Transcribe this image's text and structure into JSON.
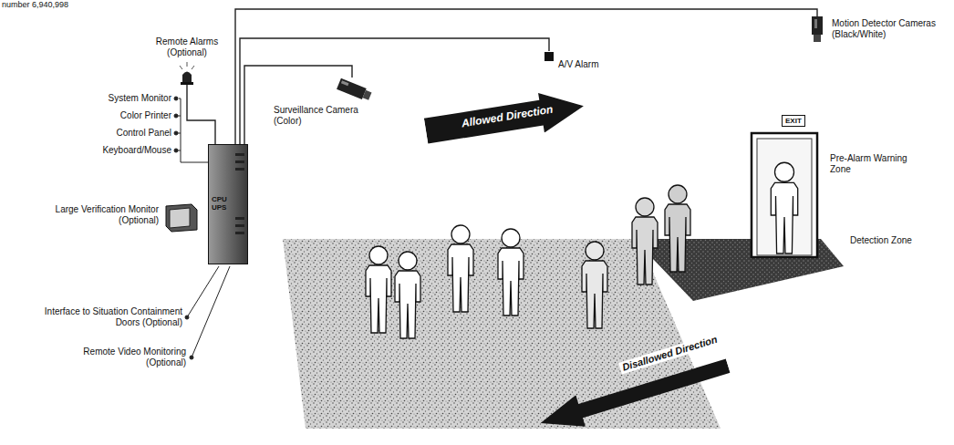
{
  "diagram": {
    "nodes": [
      {
        "text": [
          "CPU UPS"
        ]
      },
      {
        "text": [
          "Remote Alarms (Optional)"
        ]
      },
      {
        "text": [
          "Surveillance Camera (Color)"
        ]
      },
      {
        "text": [
          "A/V Alarm"
        ]
      },
      {
        "text": [
          "Motion Detector Cameras (Black/White)"
        ]
      },
      {
        "text": [
          "EXIT"
        ]
      },
      {
        "text": [
          "Allowed Direction"
        ]
      },
      {
        "text": [
          "Disallowed Direction"
        ]
      },
      {
        "text": [
          "Large Verification Monitor (Optional)"
        ]
      }
    ],
    "edges": [
      {
        "from": 0,
        "to": 1,
        "arrow": "none"
      },
      {
        "from": 0,
        "to": 2,
        "arrow": "none"
      },
      {
        "from": 0,
        "to": 3,
        "arrow": "none"
      },
      {
        "from": 0,
        "to": 4,
        "arrow": "none"
      }
    ],
    "labels": [
      "number 6,940,998",
      "System Monitor",
      "Color Printer",
      "Control Panel",
      "Keyboard/Mouse",
      "Pre-Alarm Warning Zone",
      "Detection Zone",
      "Interface to Situation Containment Doors (Optional)",
      "Remote Video Monitoring (Optional)"
    ]
  }
}
